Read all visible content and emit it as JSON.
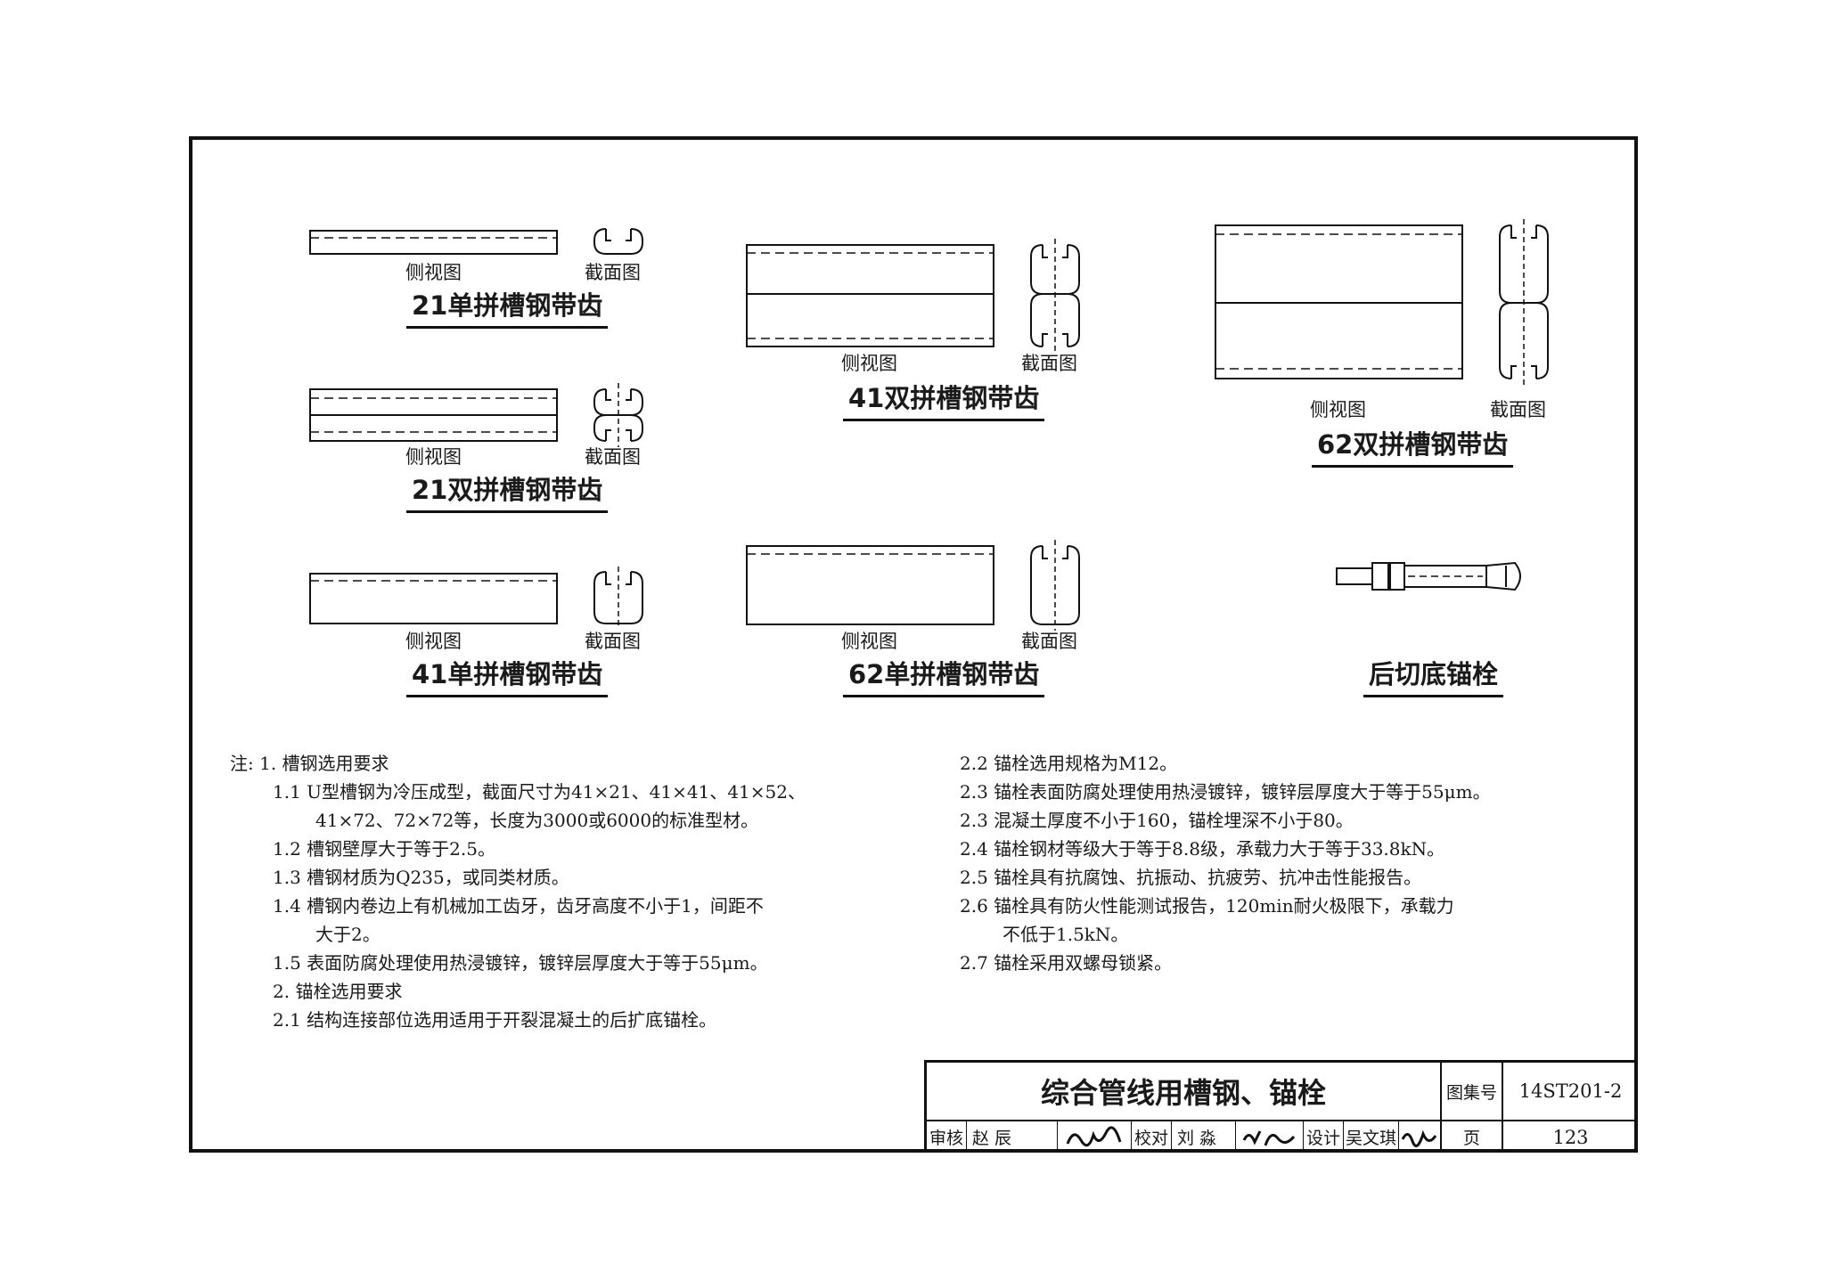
{
  "figures": {
    "c21_single": {
      "title": "21单拼槽钢带齿",
      "side_label": "侧视图",
      "section_label": "截面图"
    },
    "c21_double": {
      "title": "21双拼槽钢带齿",
      "side_label": "侧视图",
      "section_label": "截面图"
    },
    "c41_single": {
      "title": "41单拼槽钢带齿",
      "side_label": "侧视图",
      "section_label": "截面图"
    },
    "c41_double": {
      "title": "41双拼槽钢带齿",
      "side_label": "侧视图",
      "section_label": "截面图"
    },
    "c62_single": {
      "title": "62单拼槽钢带齿",
      "side_label": "侧视图",
      "section_label": "截面图"
    },
    "c62_double": {
      "title": "62双拼槽钢带齿",
      "side_label": "侧视图",
      "section_label": "截面图"
    },
    "anchor": {
      "title": "后切底锚栓"
    }
  },
  "notes": {
    "left": [
      "注: 1.  槽钢选用要求",
      "1.1 U型槽钢为冷压成型，截面尺寸为41×21、41×41、41×52、",
      "41×72、72×72等，长度为3000或6000的标准型材。",
      "1.2 槽钢壁厚大于等于2.5。",
      "1.3 槽钢材质为Q235，或同类材质。",
      "1.4 槽钢内卷边上有机械加工齿牙，齿牙高度不小于1，间距不",
      "大于2。",
      "1.5 表面防腐处理使用热浸镀锌，镀锌层厚度大于等于55μm。",
      "2.  锚栓选用要求",
      "2.1 结构连接部位选用适用于开裂混凝土的后扩底锚栓。"
    ],
    "right": [
      "2.2 锚栓选用规格为M12。",
      "2.3 锚栓表面防腐处理使用热浸镀锌，镀锌层厚度大于等于55μm。",
      "2.3 混凝土厚度不小于160，锚栓埋深不小于80。",
      "2.4 锚栓钢材等级大于等于8.8级，承载力大于等于33.8kN。",
      "2.5 锚栓具有抗腐蚀、抗振动、抗疲劳、抗冲击性能报告。",
      "2.6 锚栓具有防火性能测试报告，120min耐火极限下，承载力",
      "不低于1.5kN。",
      "2.7 锚栓采用双螺母锁紧。"
    ]
  },
  "title_block": {
    "drawing_title": "综合管线用槽钢、锚栓",
    "atlas_label": "图集号",
    "atlas_no": "14ST201-2",
    "page_label": "页",
    "page_no": "123",
    "review_label": "审核",
    "reviewer": "赵 辰",
    "check_label": "校对",
    "checker": "刘 淼",
    "design_label": "设计",
    "designer": "吴文琪"
  }
}
